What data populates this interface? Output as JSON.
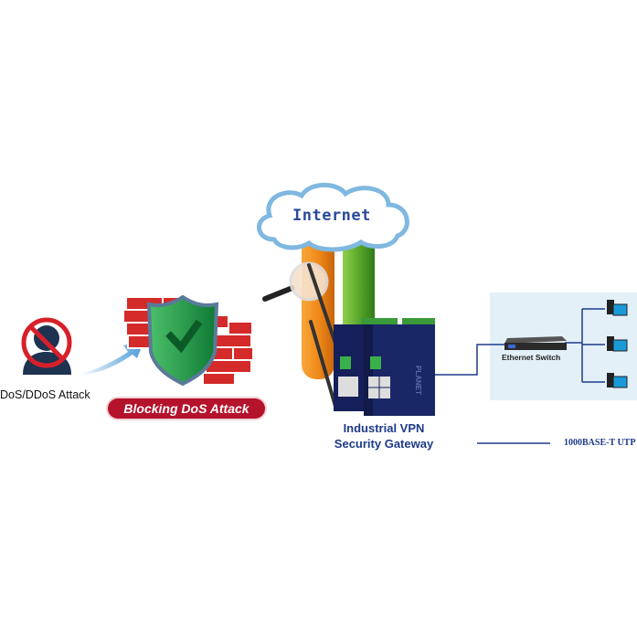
{
  "attacker": {
    "label": "DoS/DDoS Attack",
    "icon": "blocked-hacker-icon"
  },
  "firewall": {
    "label": "Blocking DoS Attack",
    "icon": "shield-check-icon",
    "color": "#b5122b"
  },
  "cloud": {
    "label": "Internet"
  },
  "gateway": {
    "line1": "Industrial VPN",
    "line2": "Security Gateway",
    "brand_logo": "PLANET"
  },
  "switch": {
    "label": "Ethernet Switch"
  },
  "legend": {
    "label": "1000BASE-T UTP",
    "line_color": "#1d3a8a"
  },
  "colors": {
    "lan_bg": "#e3f0f8",
    "cable": "#1d3a8a",
    "orange_pipe": "#f08a1a",
    "green_pipe": "#5aa82a"
  }
}
